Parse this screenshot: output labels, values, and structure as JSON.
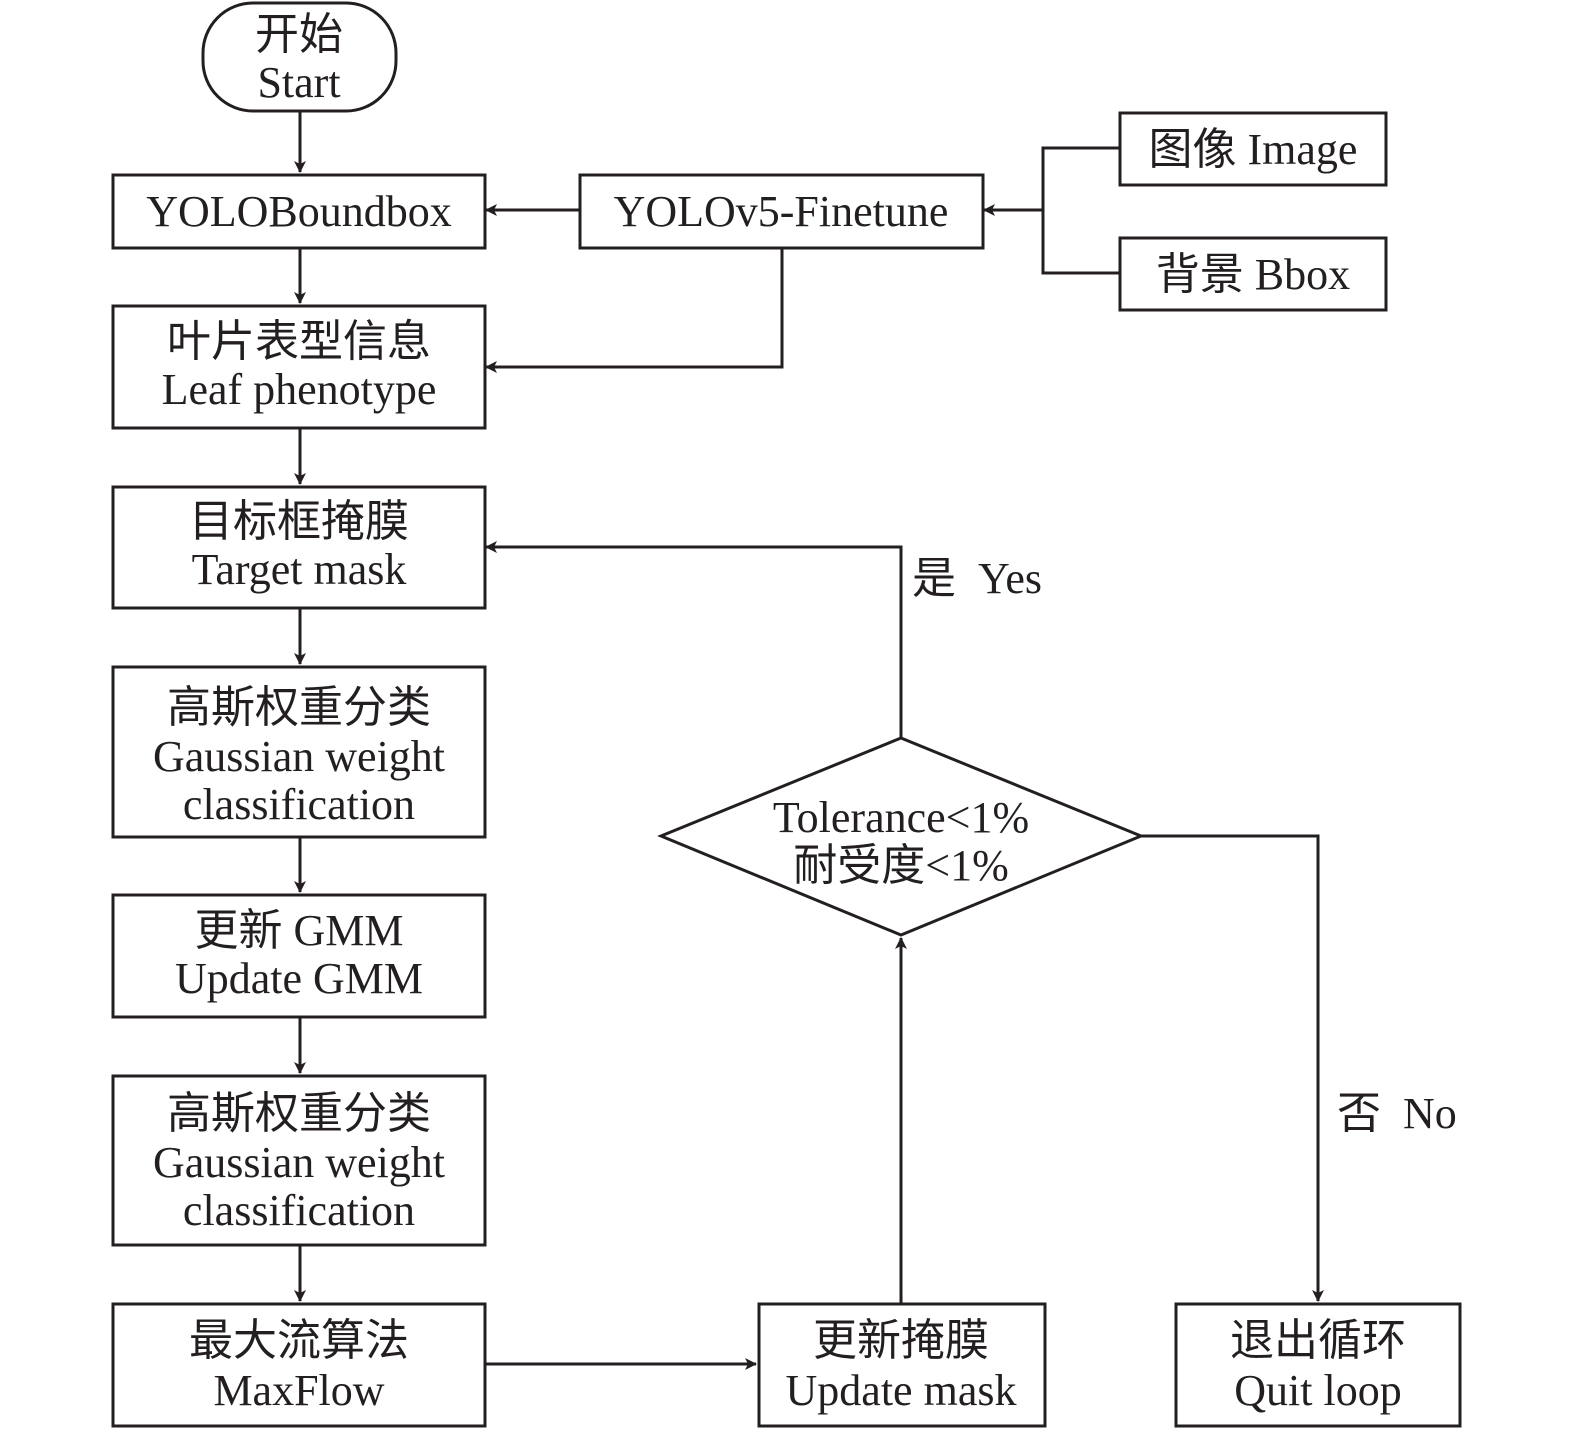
{
  "diagram": {
    "start": {
      "zh": "开始",
      "en": "Start"
    },
    "yolo_boundbox": "YOLOBoundbox",
    "yolo_finetune": "YOLOv5-Finetune",
    "image_input": "图像 Image",
    "bbox_input": "背景 Bbox",
    "leaf_phenotype": {
      "zh": "叶片表型信息",
      "en": "Leaf phenotype"
    },
    "target_mask": {
      "zh": "目标框掩膜",
      "en": "Target mask"
    },
    "gaussian_1": {
      "zh": "高斯权重分类",
      "en1": "Gaussian weight",
      "en2": "classification"
    },
    "update_gmm": {
      "zh": "更新 GMM",
      "en": "Update GMM"
    },
    "gaussian_2": {
      "zh": "高斯权重分类",
      "en1": "Gaussian weight",
      "en2": "classification"
    },
    "maxflow": {
      "zh": "最大流算法",
      "en": "MaxFlow"
    },
    "update_mask": {
      "zh": "更新掩膜",
      "en": "Update mask"
    },
    "decision": {
      "en": "Tolerance<1%",
      "zh": "耐受度<1%"
    },
    "quit_loop": {
      "zh": "退出循环",
      "en": "Quit loop"
    },
    "yes_label": "是  Yes",
    "no_label": "否  No"
  }
}
